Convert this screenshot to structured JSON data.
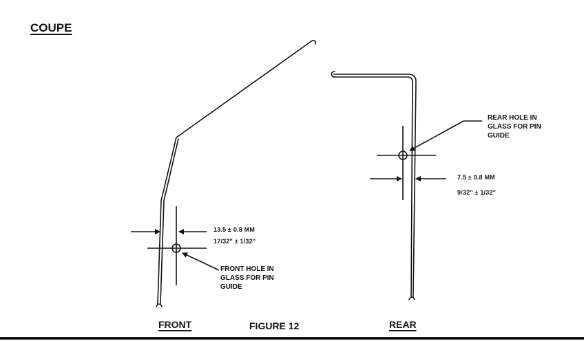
{
  "title": "COUPE",
  "figure_label": "FIGURE 12",
  "front": {
    "label": "FRONT",
    "dimension_mm": "13.5 ± 0.8 MM",
    "dimension_in": "17/32\" ± 1/32\"",
    "note_lines": [
      "FRONT HOLE IN",
      "GLASS FOR PIN",
      "GUIDE"
    ]
  },
  "rear": {
    "label": "REAR",
    "dimension_mm": "7.5 ± 0.8 MM",
    "dimension_in": "9/32\" ± 1/32\"",
    "note_lines": [
      "REAR HOLE IN",
      "GLASS FOR PIN",
      "GUIDE"
    ]
  },
  "colors": {
    "ink": "#111111",
    "paper": "#ffffff"
  }
}
